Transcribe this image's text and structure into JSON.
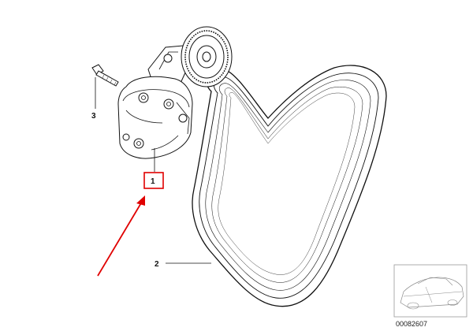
{
  "diagram": {
    "callouts": {
      "tensioner": "1",
      "belt": "2",
      "bolt": "3"
    },
    "reference_number": "00082607",
    "highlight_color": "#e00000",
    "line_color": "#111111"
  }
}
